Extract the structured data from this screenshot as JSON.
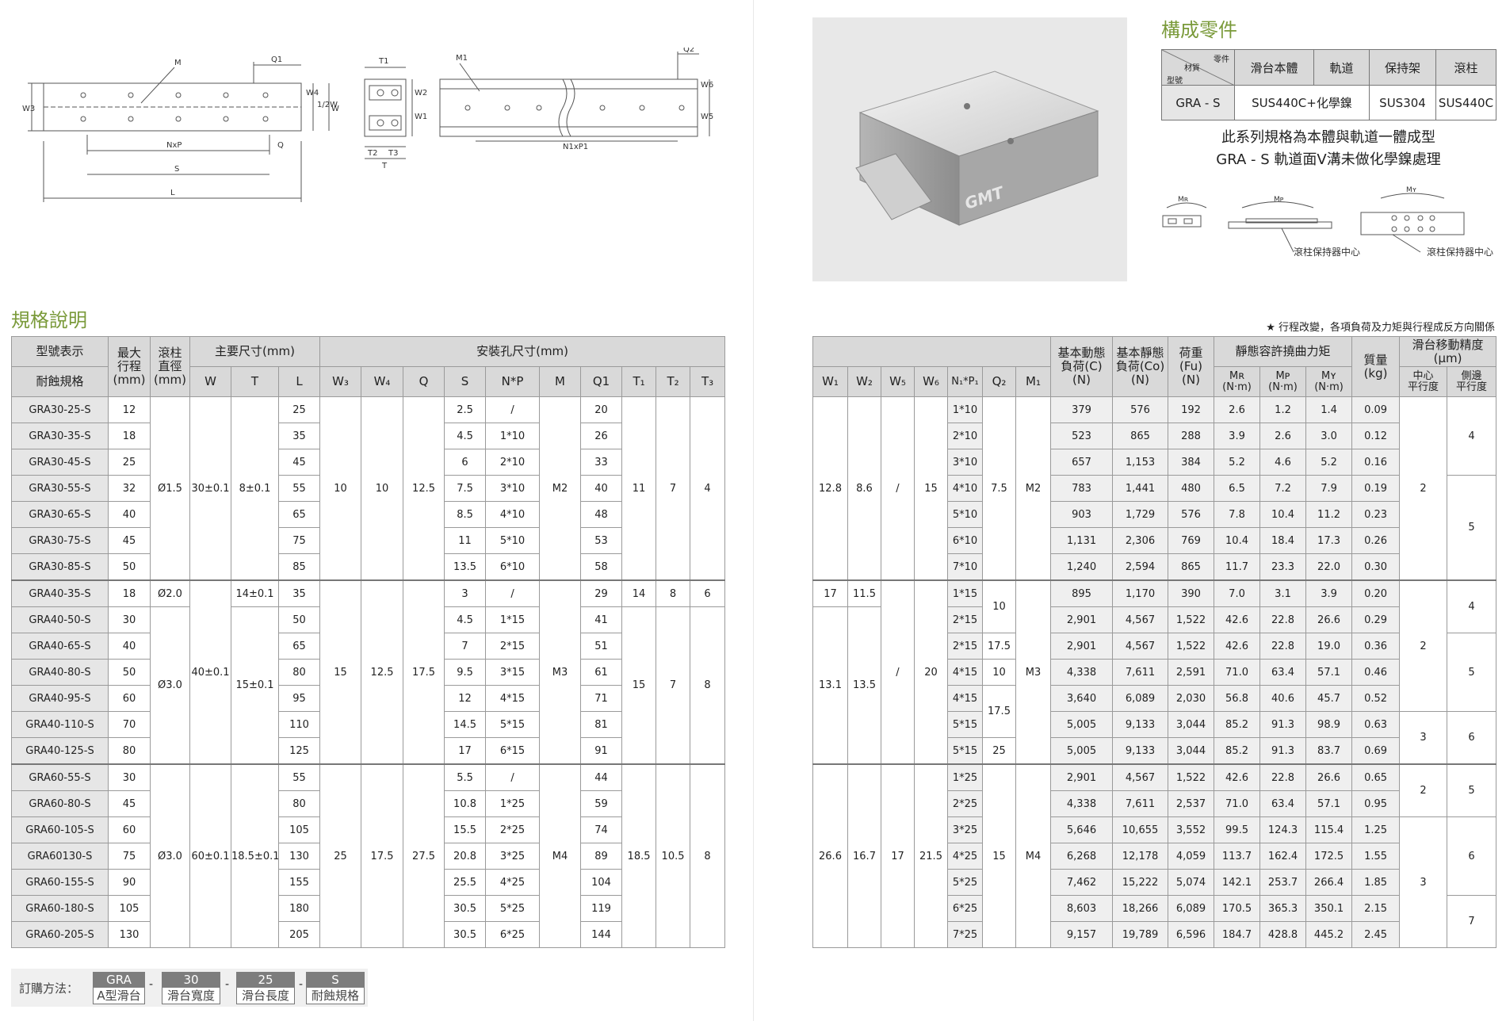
{
  "left": {
    "spec_title": "規格說明",
    "drawing": {
      "top_view_labels": {
        "M": "M",
        "Q1": "Q1",
        "W3": "W3",
        "W4": "W4",
        "half_W": "1/2W",
        "W": "W",
        "NxP": "NxP",
        "Q": "Q",
        "S": "S",
        "L": "L"
      },
      "side_view_labels": {
        "T1": "T1",
        "W2": "W2",
        "W1": "W1",
        "T2": "T2",
        "T3": "T3",
        "T": "T"
      },
      "rail_view_labels": {
        "M1": "M1",
        "Q2": "Q2",
        "W6": "W6",
        "W5": "W5",
        "N1xP1": "N1xP1"
      }
    },
    "table_headers": {
      "model_top": "型號表示",
      "model_bottom": "耐蝕規格",
      "stroke": "最大\n行程\n(mm)",
      "roller": "滾柱\n直徑\n(mm)",
      "main_dims": "主要尺寸(mm)",
      "mount_dims": "安裝孔尺寸(mm)",
      "cols": [
        "W",
        "T",
        "L",
        "W₃",
        "W₄",
        "Q",
        "S",
        "N*P",
        "M",
        "Q1",
        "T₁",
        "T₂",
        "T₃"
      ]
    },
    "groups": [
      {
        "roller": "Ø1.5",
        "W": "30±0.1",
        "T": "8±0.1",
        "W3": "10",
        "W4": "10",
        "Q": "12.5",
        "M": "M2",
        "T1": "11",
        "T2": "7",
        "T3": "4",
        "rows": [
          {
            "model": "GRA30-25-S",
            "stroke": "12",
            "L": "25",
            "S": "2.5",
            "NP": "/",
            "Q1": "20"
          },
          {
            "model": "GRA30-35-S",
            "stroke": "18",
            "L": "35",
            "S": "4.5",
            "NP": "1*10",
            "Q1": "26"
          },
          {
            "model": "GRA30-45-S",
            "stroke": "25",
            "L": "45",
            "S": "6",
            "NP": "2*10",
            "Q1": "33"
          },
          {
            "model": "GRA30-55-S",
            "stroke": "32",
            "L": "55",
            "S": "7.5",
            "NP": "3*10",
            "Q1": "40"
          },
          {
            "model": "GRA30-65-S",
            "stroke": "40",
            "L": "65",
            "S": "8.5",
            "NP": "4*10",
            "Q1": "48"
          },
          {
            "model": "GRA30-75-S",
            "stroke": "45",
            "L": "75",
            "S": "11",
            "NP": "5*10",
            "Q1": "53"
          },
          {
            "model": "GRA30-85-S",
            "stroke": "50",
            "L": "85",
            "S": "13.5",
            "NP": "6*10",
            "Q1": "58"
          }
        ]
      },
      {
        "first_roller": "Ø2.0",
        "roller": "Ø3.0",
        "W": "40±0.1",
        "first_T": "14±0.1",
        "T": "15±0.1",
        "W3": "15",
        "W4": "12.5",
        "Q": "17.5",
        "M": "M3",
        "first_T1": "14",
        "first_T2": "8",
        "first_T3": "6",
        "T1": "15",
        "T2": "7",
        "T3": "8",
        "rows": [
          {
            "model": "GRA40-35-S",
            "stroke": "18",
            "L": "35",
            "S": "3",
            "NP": "/",
            "Q1": "29"
          },
          {
            "model": "GRA40-50-S",
            "stroke": "30",
            "L": "50",
            "S": "4.5",
            "NP": "1*15",
            "Q1": "41"
          },
          {
            "model": "GRA40-65-S",
            "stroke": "40",
            "L": "65",
            "S": "7",
            "NP": "2*15",
            "Q1": "51"
          },
          {
            "model": "GRA40-80-S",
            "stroke": "50",
            "L": "80",
            "S": "9.5",
            "NP": "3*15",
            "Q1": "61"
          },
          {
            "model": "GRA40-95-S",
            "stroke": "60",
            "L": "95",
            "S": "12",
            "NP": "4*15",
            "Q1": "71"
          },
          {
            "model": "GRA40-110-S",
            "stroke": "70",
            "L": "110",
            "S": "14.5",
            "NP": "5*15",
            "Q1": "81"
          },
          {
            "model": "GRA40-125-S",
            "stroke": "80",
            "L": "125",
            "S": "17",
            "NP": "6*15",
            "Q1": "91"
          }
        ]
      },
      {
        "roller": "Ø3.0",
        "W": "60±0.1",
        "T": "18.5±0.1",
        "W3": "25",
        "W4": "17.5",
        "Q": "27.5",
        "M": "M4",
        "T1": "18.5",
        "T2": "10.5",
        "T3": "8",
        "rows": [
          {
            "model": "GRA60-55-S",
            "stroke": "30",
            "L": "55",
            "S": "5.5",
            "NP": "/",
            "Q1": "44"
          },
          {
            "model": "GRA60-80-S",
            "stroke": "45",
            "L": "80",
            "S": "10.8",
            "NP": "1*25",
            "Q1": "59"
          },
          {
            "model": "GRA60-105-S",
            "stroke": "60",
            "L": "105",
            "S": "15.5",
            "NP": "2*25",
            "Q1": "74"
          },
          {
            "model": "GRA60130-S",
            "stroke": "75",
            "L": "130",
            "S": "20.8",
            "NP": "3*25",
            "Q1": "89"
          },
          {
            "model": "GRA60-155-S",
            "stroke": "90",
            "L": "155",
            "S": "25.5",
            "NP": "4*25",
            "Q1": "104"
          },
          {
            "model": "GRA60-180-S",
            "stroke": "105",
            "L": "180",
            "S": "30.5",
            "NP": "5*25",
            "Q1": "119"
          },
          {
            "model": "GRA60-205-S",
            "stroke": "130",
            "L": "205",
            "S": "30.5",
            "NP": "6*25",
            "Q1": "144"
          }
        ]
      }
    ],
    "order": {
      "label": "訂購方法：",
      "boxes": [
        {
          "code": "GRA",
          "desc": "A型滑台"
        },
        {
          "code": "30",
          "desc": "滑台寬度"
        },
        {
          "code": "25",
          "desc": "滑台長度"
        },
        {
          "code": "S",
          "desc": "耐蝕規格"
        }
      ],
      "sep": "-"
    }
  },
  "right": {
    "components_title": "構成零件",
    "product_logo": "GMT",
    "materials": {
      "corner_part": "零件",
      "corner_material": "材質",
      "corner_model": "型號",
      "headers": [
        "滑台本體",
        "軌道",
        "保持架",
        "滾柱"
      ],
      "model": "GRA - S",
      "body_rail": "SUS440C+化學鎳",
      "cage": "SUS304",
      "roller": "SUS440C"
    },
    "notes": [
      "此系列規格為本體與軌道一體成型",
      "GRA - S 軌道面V溝未做化學鎳處理"
    ],
    "moment_labels": {
      "MR": "Mʀ",
      "MP": "Mᴘ",
      "MY": "Mʏ",
      "cage_center_1": "滾柱保持器中心",
      "cage_center_2": "滾柱保持器中心"
    },
    "star_note": "★ 行程改變，各項負荷及力矩與行程成反方向關係",
    "headers": {
      "cols_main": [
        "W₁",
        "W₂",
        "W₅",
        "W₆",
        "N₁*P₁",
        "Q₂",
        "M₁"
      ],
      "basic_dynamic": "基本動態\n負荷(C)\n(N)",
      "basic_static": "基本靜態\n負荷(Co)\n(N)",
      "load": "荷重\n(Fu)\n(N)",
      "moment": "靜態容許撓曲力矩",
      "mr": "Mʀ\n(N·m)",
      "mp": "Mᴘ\n(N·m)",
      "my": "Mʏ\n(N·m)",
      "mass": "質量\n(kg)",
      "accuracy": "滑台移動精度\n(μm)",
      "center": "中心\n平行度",
      "side": "側邊\n平行度"
    },
    "rows": [
      {
        "N1P1": "1*10",
        "C": "379",
        "Co": "576",
        "Fu": "192",
        "MR": "2.6",
        "MP": "1.2",
        "MY": "1.4",
        "mass": "0.09"
      },
      {
        "N1P1": "2*10",
        "C": "523",
        "Co": "865",
        "Fu": "288",
        "MR": "3.9",
        "MP": "2.6",
        "MY": "3.0",
        "mass": "0.12"
      },
      {
        "N1P1": "3*10",
        "C": "657",
        "Co": "1,153",
        "Fu": "384",
        "MR": "5.2",
        "MP": "4.6",
        "MY": "5.2",
        "mass": "0.16"
      },
      {
        "N1P1": "4*10",
        "C": "783",
        "Co": "1,441",
        "Fu": "480",
        "MR": "6.5",
        "MP": "7.2",
        "MY": "7.9",
        "mass": "0.19"
      },
      {
        "N1P1": "5*10",
        "C": "903",
        "Co": "1,729",
        "Fu": "576",
        "MR": "7.8",
        "MP": "10.4",
        "MY": "11.2",
        "mass": "0.23"
      },
      {
        "N1P1": "6*10",
        "C": "1,131",
        "Co": "2,306",
        "Fu": "769",
        "MR": "10.4",
        "MP": "18.4",
        "MY": "17.3",
        "mass": "0.26"
      },
      {
        "N1P1": "7*10",
        "C": "1,240",
        "Co": "2,594",
        "Fu": "865",
        "MR": "11.7",
        "MP": "23.3",
        "MY": "22.0",
        "mass": "0.30"
      },
      {
        "N1P1": "1*15",
        "C": "895",
        "Co": "1,170",
        "Fu": "390",
        "MR": "7.0",
        "MP": "3.1",
        "MY": "3.9",
        "mass": "0.20"
      },
      {
        "N1P1": "2*15",
        "C": "2,901",
        "Co": "4,567",
        "Fu": "1,522",
        "MR": "42.6",
        "MP": "22.8",
        "MY": "26.6",
        "mass": "0.29"
      },
      {
        "N1P1": "2*15",
        "C": "2,901",
        "Co": "4,567",
        "Fu": "1,522",
        "MR": "42.6",
        "MP": "22.8",
        "MY": "19.0",
        "mass": "0.36"
      },
      {
        "N1P1": "4*15",
        "C": "4,338",
        "Co": "7,611",
        "Fu": "2,591",
        "MR": "71.0",
        "MP": "63.4",
        "MY": "57.1",
        "mass": "0.46"
      },
      {
        "N1P1": "4*15",
        "C": "3,640",
        "Co": "6,089",
        "Fu": "2,030",
        "MR": "56.8",
        "MP": "40.6",
        "MY": "45.7",
        "mass": "0.52"
      },
      {
        "N1P1": "5*15",
        "C": "5,005",
        "Co": "9,133",
        "Fu": "3,044",
        "MR": "85.2",
        "MP": "91.3",
        "MY": "98.9",
        "mass": "0.63"
      },
      {
        "N1P1": "5*15",
        "C": "5,005",
        "Co": "9,133",
        "Fu": "3,044",
        "MR": "85.2",
        "MP": "91.3",
        "MY": "83.7",
        "mass": "0.69"
      },
      {
        "N1P1": "1*25",
        "C": "2,901",
        "Co": "4,567",
        "Fu": "1,522",
        "MR": "42.6",
        "MP": "22.8",
        "MY": "26.6",
        "mass": "0.65"
      },
      {
        "N1P1": "2*25",
        "C": "4,338",
        "Co": "7,611",
        "Fu": "2,537",
        "MR": "71.0",
        "MP": "63.4",
        "MY": "57.1",
        "mass": "0.95"
      },
      {
        "N1P1": "3*25",
        "C": "5,646",
        "Co": "10,655",
        "Fu": "3,552",
        "MR": "99.5",
        "MP": "124.3",
        "MY": "115.4",
        "mass": "1.25"
      },
      {
        "N1P1": "4*25",
        "C": "6,268",
        "Co": "12,178",
        "Fu": "4,059",
        "MR": "113.7",
        "MP": "162.4",
        "MY": "172.5",
        "mass": "1.55"
      },
      {
        "N1P1": "5*25",
        "C": "7,462",
        "Co": "15,222",
        "Fu": "5,074",
        "MR": "142.1",
        "MP": "253.7",
        "MY": "266.4",
        "mass": "1.85"
      },
      {
        "N1P1": "6*25",
        "C": "8,603",
        "Co": "18,266",
        "Fu": "6,089",
        "MR": "170.5",
        "MP": "365.3",
        "MY": "350.1",
        "mass": "2.15"
      },
      {
        "N1P1": "7*25",
        "C": "9,157",
        "Co": "19,789",
        "Fu": "6,596",
        "MR": "184.7",
        "MP": "428.8",
        "MY": "445.2",
        "mass": "2.45"
      }
    ],
    "merged": {
      "g1": {
        "W1": "12.8",
        "W2": "8.6",
        "W5": "/",
        "W6": "15",
        "Q2": "7.5",
        "M1": "M2"
      },
      "g2a": {
        "W1": "17",
        "W2": "11.5"
      },
      "g2": {
        "W1": "13.1",
        "W2": "13.5",
        "W5": "/",
        "W6": "20",
        "M1": "M3",
        "Q2_a": "10",
        "Q2_b": "17.5",
        "Q2_c": "10",
        "Q2_d": "17.5",
        "Q2_e": "25"
      },
      "g3": {
        "W1": "26.6",
        "W2": "16.7",
        "W5": "17",
        "W6": "21.5",
        "Q2": "15",
        "M1": "M4"
      },
      "center": {
        "a": "2",
        "b": "2",
        "c": "3",
        "d": "2",
        "e": "3"
      },
      "side": {
        "a": "4",
        "b": "5",
        "c": "4",
        "d": "5",
        "e": "6",
        "f": "5",
        "g": "6",
        "h": "7"
      }
    }
  }
}
